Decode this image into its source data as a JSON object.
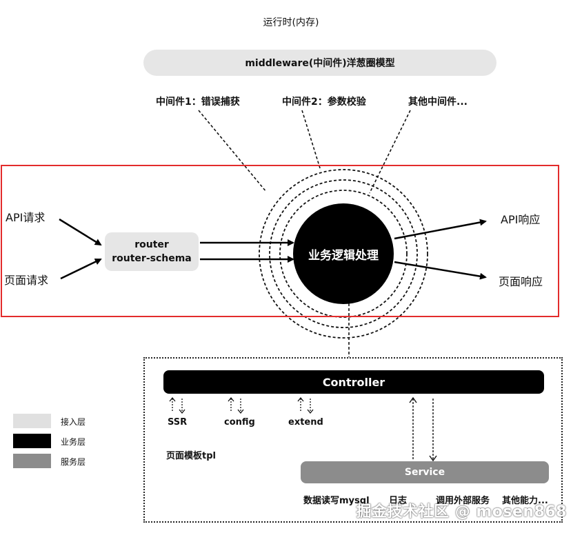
{
  "title": "运行时(内存)",
  "middleware": {
    "bar_label": "middleware(中间件)洋葱圈模型",
    "items": [
      "中间件1：错误捕获",
      "中间件2：参数校验",
      "其他中间件..."
    ]
  },
  "requests": {
    "api": "API请求",
    "page": "页面请求"
  },
  "router": {
    "line1": "router",
    "line2": "router-schema"
  },
  "core": {
    "label": "业务逻辑处理"
  },
  "responses": {
    "api": "API响应",
    "page": "页面响应"
  },
  "controller": {
    "label": "Controller",
    "subs": [
      "SSR",
      "config",
      "extend"
    ],
    "tpl": "页面模板tpl"
  },
  "service": {
    "label": "Service",
    "items": [
      "数据读写mysql",
      "日志",
      "调用外部服务",
      "其他能力..."
    ]
  },
  "legend": [
    {
      "label": "接入层",
      "color": "#e0e0e0"
    },
    {
      "label": "业务层",
      "color": "#000000"
    },
    {
      "label": "服务层",
      "color": "#8c8c8c"
    }
  ],
  "colors": {
    "highlight_box": "#e32b2b"
  },
  "watermark": "掘金技术社区 @ mosen868"
}
